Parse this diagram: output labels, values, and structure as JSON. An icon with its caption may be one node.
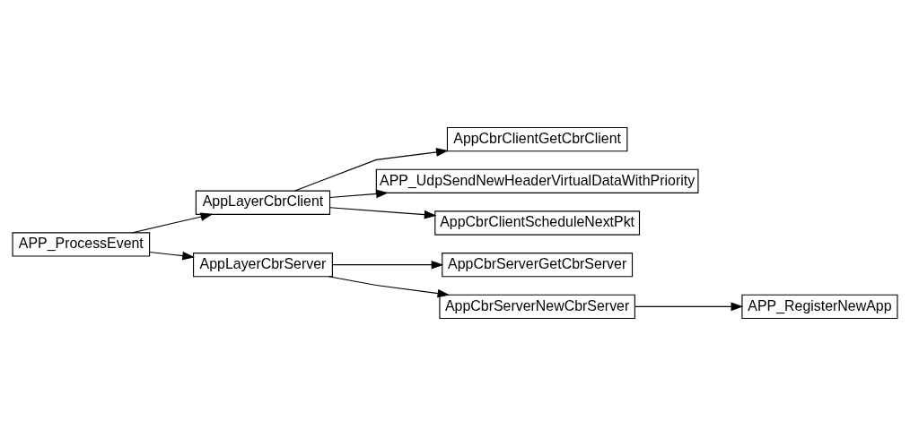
{
  "diagram": {
    "nodes": [
      {
        "text": [
          "APP_ProcessEvent"
        ]
      },
      {
        "text": [
          "AppLayerCbrClient"
        ]
      },
      {
        "text": [
          "AppCbrClientGetCbrClient"
        ]
      },
      {
        "text": [
          "APP_UdpSendNewHeaderVirtualDataWithPriority"
        ]
      },
      {
        "text": [
          "AppCbrClientScheduleNextPkt"
        ]
      },
      {
        "text": [
          "AppLayerCbrServer"
        ]
      },
      {
        "text": [
          "AppCbrServerGetCbrServer"
        ]
      },
      {
        "text": [
          "AppCbrServerNewCbrServer"
        ]
      },
      {
        "text": [
          "APP_RegisterNewApp"
        ]
      }
    ],
    "edges": [
      {
        "from": 0,
        "to": 1,
        "arrow": "to"
      },
      {
        "from": 1,
        "to": 2,
        "arrow": "to"
      },
      {
        "from": 1,
        "to": 3,
        "arrow": "to"
      },
      {
        "from": 1,
        "to": 4,
        "arrow": "to"
      },
      {
        "from": 0,
        "to": 5,
        "arrow": "to"
      },
      {
        "from": 5,
        "to": 6,
        "arrow": "to"
      },
      {
        "from": 5,
        "to": 7,
        "arrow": "to"
      },
      {
        "from": 7,
        "to": 8,
        "arrow": "to"
      }
    ]
  }
}
